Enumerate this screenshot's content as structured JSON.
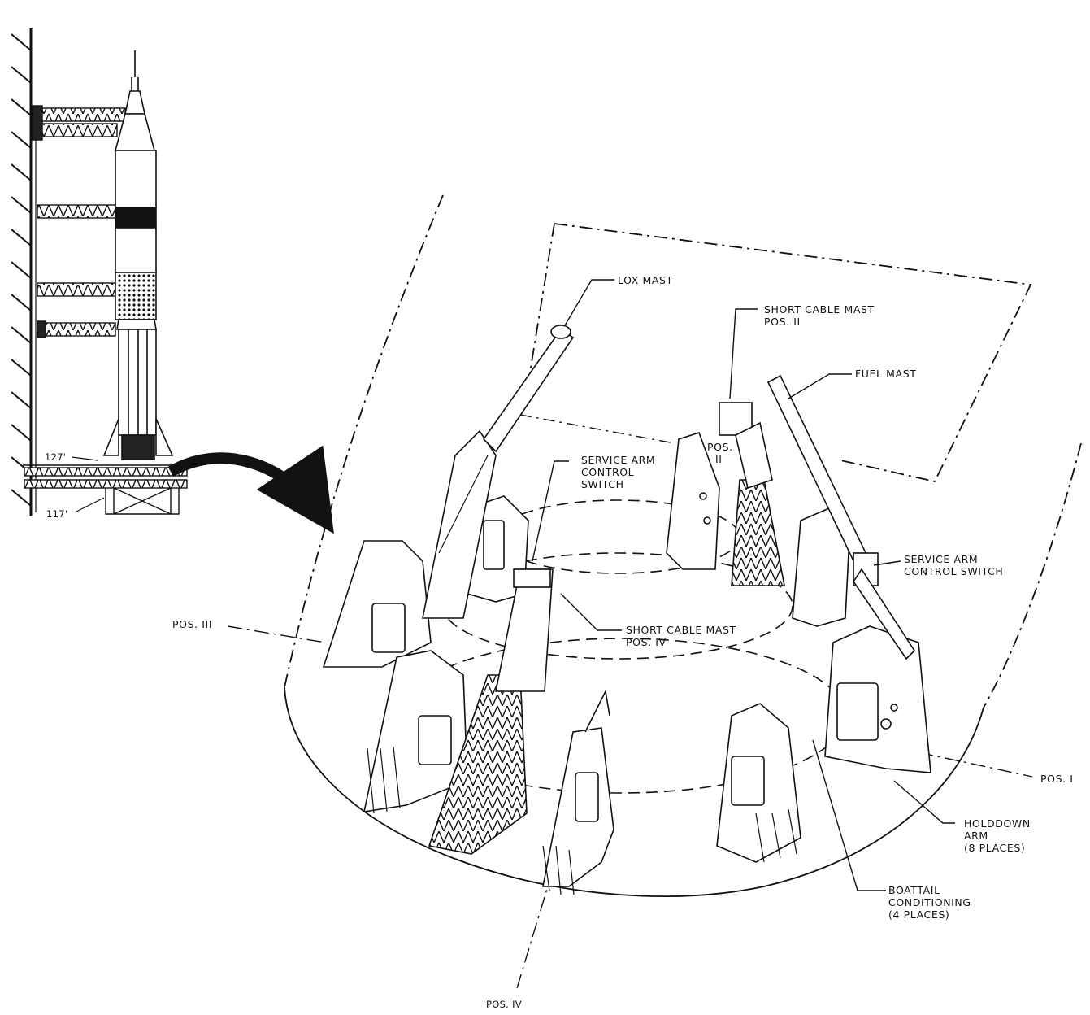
{
  "labels": {
    "lox_mast": "LOX MAST",
    "short_cable_mast_pos2": [
      "SHORT CABLE MAST",
      "POS. II"
    ],
    "fuel_mast": "FUEL MAST",
    "pos2": [
      "POS.",
      "II"
    ],
    "service_arm_control_switch_left": [
      "SERVICE ARM",
      "CONTROL",
      "SWITCH"
    ],
    "service_arm_control_switch_right": [
      "SERVICE ARM",
      "CONTROL SWITCH"
    ],
    "short_cable_mast_pos4": [
      "SHORT CABLE MAST",
      "POS. IV"
    ],
    "pos3": "POS. III",
    "pos1": "POS. I",
    "holddown_arm": [
      "HOLDDOWN",
      "ARM",
      "(8 PLACES)"
    ],
    "boattail_conditioning": [
      "BOATTAIL",
      "CONDITIONING",
      "(4 PLACES)"
    ],
    "pos4": "POS. IV",
    "elev_127": "127'",
    "elev_117": "117'"
  },
  "colors": {
    "ink": "#111111",
    "paper": "#ffffff",
    "shade": "#444444"
  }
}
